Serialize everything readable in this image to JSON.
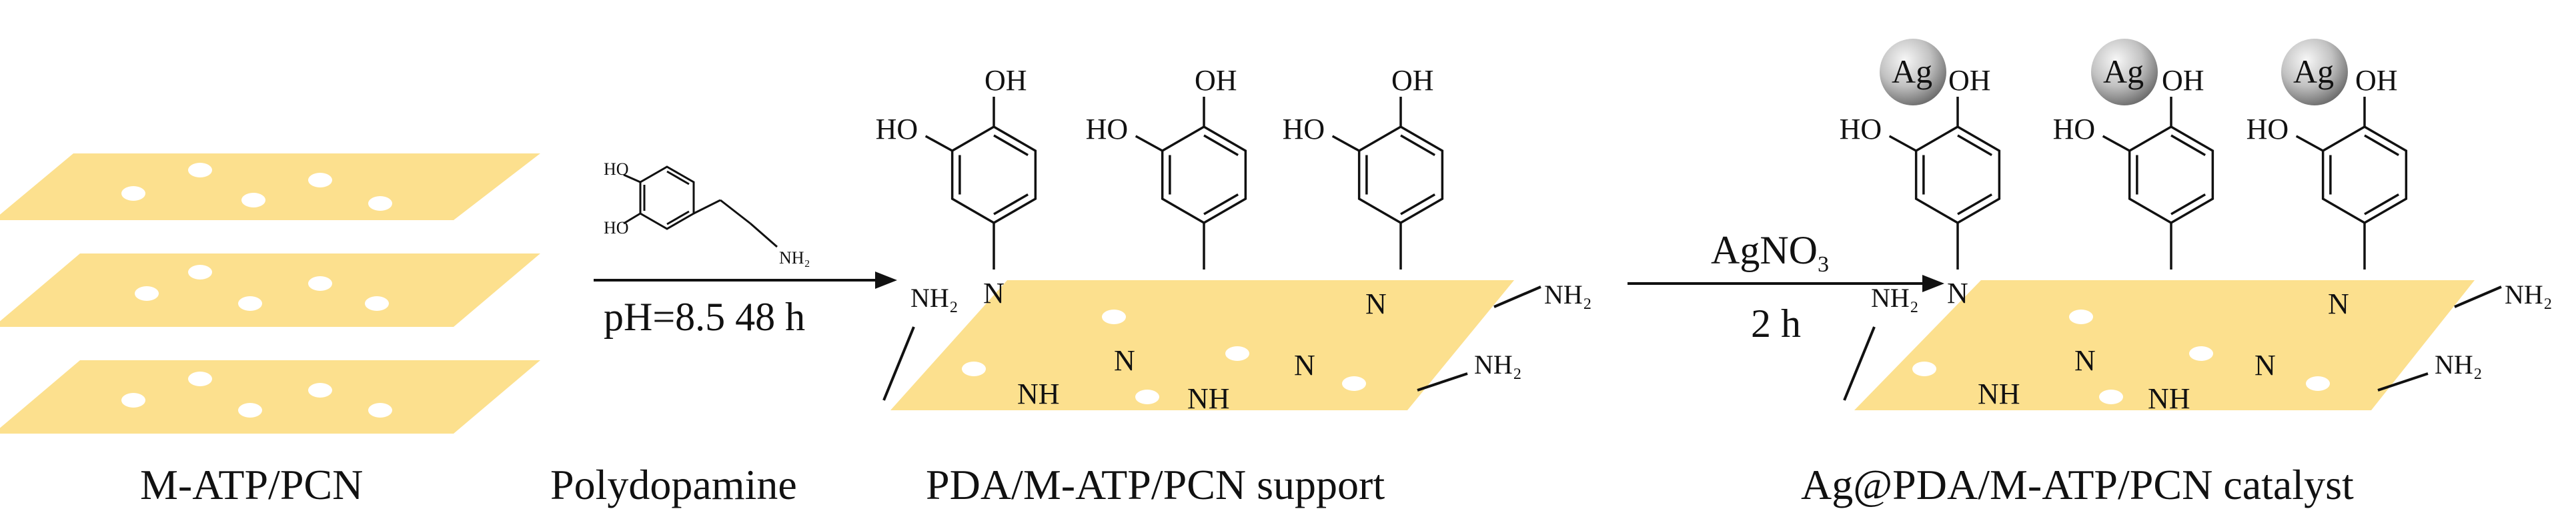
{
  "colors": {
    "sheet": "#FCE08E",
    "hole": "#FFFFFF",
    "ink": "#111111",
    "silver_light": "#F2F2F2",
    "silver_dark": "#7A7A7A"
  },
  "captions": {
    "matp": "M-ATP/PCN",
    "polydopamine": "Polydopamine",
    "support": "PDA/M-ATP/PCN support",
    "catalyst": "Ag@PDA/M-ATP/PCN catalyst"
  },
  "step1": {
    "condition": "pH=8.5  48 h",
    "dopamine_oh_top": "HO",
    "dopamine_oh_bottom": "HO",
    "dopamine_amine": "NH₂"
  },
  "step2": {
    "reagent_main": "AgNO",
    "reagent_sub": "3",
    "time": "2 h"
  },
  "groups": {
    "oh": "OH",
    "ho": "HO",
    "n": "N",
    "nh": "NH",
    "nh2": "NH₂",
    "ag": "Ag"
  }
}
